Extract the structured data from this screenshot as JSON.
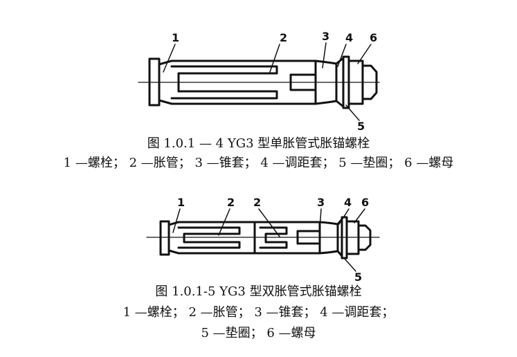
{
  "figure1": {
    "labels": {
      "n1": "1",
      "n2": "2",
      "n3": "3",
      "n4": "4",
      "n5": "5",
      "n6": "6"
    },
    "caption": "图 1.0.1 — 4    YG3 型单胀管式胀锚螺栓",
    "legend": "1 —螺栓； 2 —胀管； 3 —锥套； 4 —调距套； 5 —垫圈； 6 —螺母"
  },
  "figure2": {
    "labels": {
      "n1": "1",
      "n2a": "2",
      "n2b": "2",
      "n3": "3",
      "n4": "4",
      "n5": "5",
      "n6": "6"
    },
    "caption": "图 1.0.1-5    YG3 型双胀管式胀锚螺栓",
    "legend_line1": "1 —螺栓； 2 —胀管； 3 —锥套； 4 —调距套；",
    "legend_line2": "5 —垫圈； 6 —螺母"
  }
}
